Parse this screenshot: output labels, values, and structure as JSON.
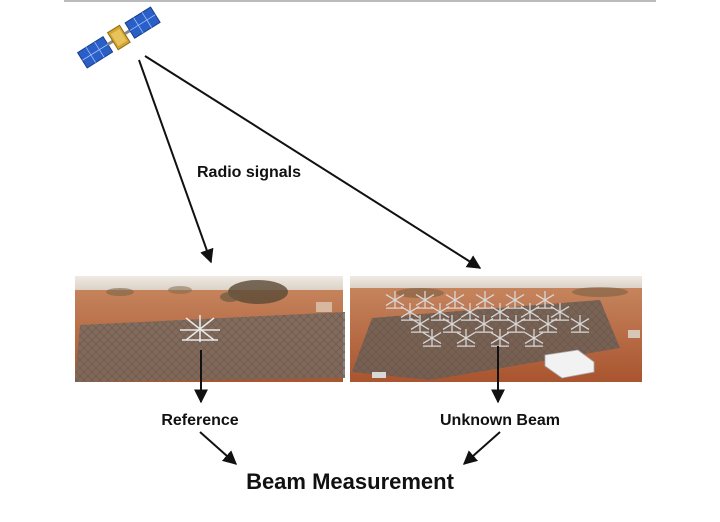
{
  "labels": {
    "radio_signals": "Radio signals",
    "reference": "Reference",
    "unknown_beam": "Unknown Beam",
    "beam_measurement": "Beam Measurement"
  },
  "icons": {
    "source": "satellite-icon"
  },
  "photos": {
    "reference": "reference-antenna-photo",
    "unknown": "antenna-array-photo"
  },
  "colors": {
    "arrow": "#111111",
    "outback_soil": "#b5643a",
    "sky": "#e8e4de",
    "ground_mesh": "#7a6a5e",
    "satellite_body": "#d4a531",
    "solar_panel": "#2a5fc7"
  }
}
